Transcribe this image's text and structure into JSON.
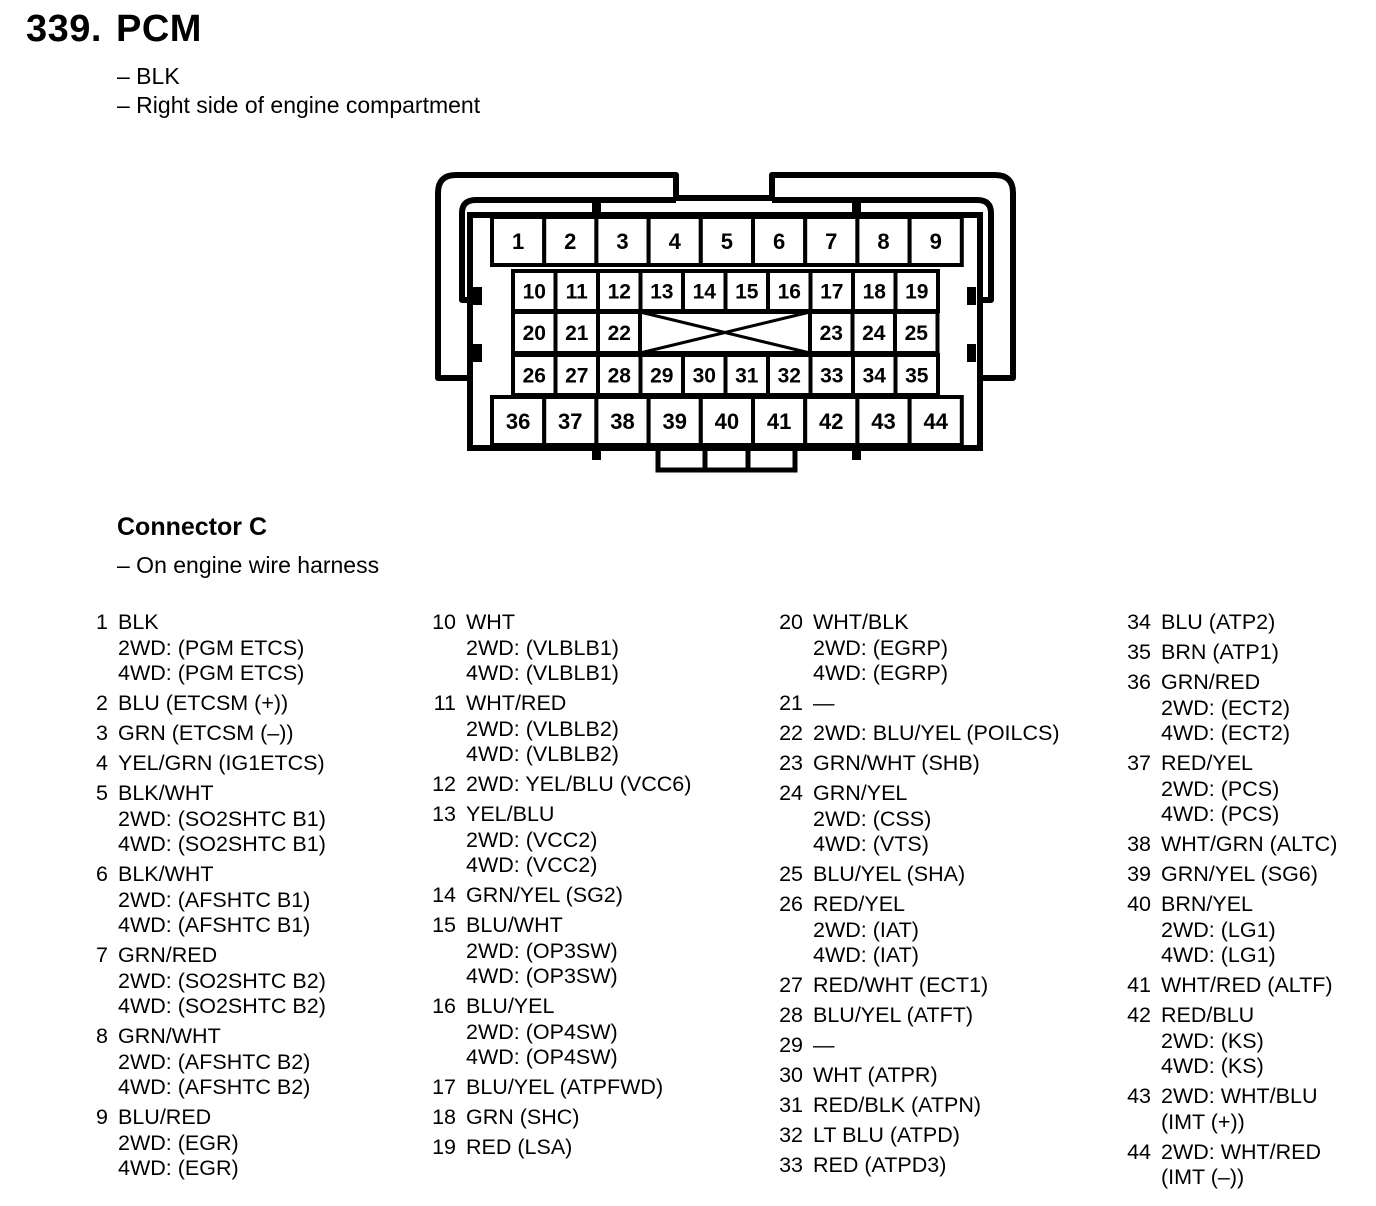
{
  "header": {
    "number": "339.",
    "name": "PCM",
    "notes": [
      "– BLK",
      "– Right side of engine compartment"
    ]
  },
  "diagram": {
    "row1": [
      "1",
      "2",
      "3",
      "4",
      "5",
      "6",
      "7",
      "8",
      "9"
    ],
    "row2": [
      "10",
      "11",
      "12",
      "13",
      "14",
      "15",
      "16",
      "17",
      "18",
      "19"
    ],
    "row3_left": [
      "20",
      "21",
      "22"
    ],
    "row3_right": [
      "23",
      "24",
      "25"
    ],
    "row4": [
      "26",
      "27",
      "28",
      "29",
      "30",
      "31",
      "32",
      "33",
      "34",
      "35"
    ],
    "row5": [
      "36",
      "37",
      "38",
      "39",
      "40",
      "41",
      "42",
      "43",
      "44"
    ]
  },
  "connector": {
    "title": "Connector C",
    "note": "– On engine wire harness"
  },
  "columns": [
    [
      {
        "pin": "1",
        "lines": [
          "BLK",
          "2WD: (PGM ETCS)",
          "4WD: (PGM ETCS)"
        ]
      },
      {
        "pin": "2",
        "lines": [
          "BLU (ETCSM (+))"
        ]
      },
      {
        "pin": "3",
        "lines": [
          "GRN (ETCSM (–))"
        ]
      },
      {
        "pin": "4",
        "lines": [
          "YEL/GRN (IG1ETCS)"
        ]
      },
      {
        "pin": "5",
        "lines": [
          "BLK/WHT",
          "2WD: (SO2SHTC B1)",
          "4WD: (SO2SHTC B1)"
        ]
      },
      {
        "pin": "6",
        "lines": [
          "BLK/WHT",
          "2WD: (AFSHTC B1)",
          "4WD: (AFSHTC B1)"
        ]
      },
      {
        "pin": "7",
        "lines": [
          "GRN/RED",
          "2WD: (SO2SHTC B2)",
          "4WD: (SO2SHTC B2)"
        ]
      },
      {
        "pin": "8",
        "lines": [
          "GRN/WHT",
          "2WD: (AFSHTC B2)",
          "4WD: (AFSHTC B2)"
        ]
      },
      {
        "pin": "9",
        "lines": [
          "BLU/RED",
          "2WD: (EGR)",
          "4WD: (EGR)"
        ]
      }
    ],
    [
      {
        "pin": "10",
        "lines": [
          "WHT",
          "2WD: (VLBLB1)",
          "4WD: (VLBLB1)"
        ]
      },
      {
        "pin": "11",
        "lines": [
          "WHT/RED",
          "2WD: (VLBLB2)",
          "4WD: (VLBLB2)"
        ]
      },
      {
        "pin": "12",
        "lines": [
          "2WD: YEL/BLU (VCC6)"
        ]
      },
      {
        "pin": "13",
        "lines": [
          "YEL/BLU",
          "2WD: (VCC2)",
          "4WD: (VCC2)"
        ]
      },
      {
        "pin": "14",
        "lines": [
          "GRN/YEL (SG2)"
        ]
      },
      {
        "pin": "15",
        "lines": [
          "BLU/WHT",
          "2WD: (OP3SW)",
          "4WD: (OP3SW)"
        ]
      },
      {
        "pin": "16",
        "lines": [
          "BLU/YEL",
          "2WD: (OP4SW)",
          "4WD: (OP4SW)"
        ]
      },
      {
        "pin": "17",
        "lines": [
          "BLU/YEL (ATPFWD)"
        ]
      },
      {
        "pin": "18",
        "lines": [
          "GRN (SHC)"
        ]
      },
      {
        "pin": "19",
        "lines": [
          "RED (LSA)"
        ]
      }
    ],
    [
      {
        "pin": "20",
        "lines": [
          "WHT/BLK",
          "2WD: (EGRP)",
          "4WD: (EGRP)"
        ]
      },
      {
        "pin": "21",
        "lines": [
          "—"
        ]
      },
      {
        "pin": "22",
        "lines": [
          "2WD: BLU/YEL (POILCS)"
        ]
      },
      {
        "pin": "23",
        "lines": [
          "GRN/WHT (SHB)"
        ]
      },
      {
        "pin": "24",
        "lines": [
          "GRN/YEL",
          "2WD: (CSS)",
          "4WD: (VTS)"
        ]
      },
      {
        "pin": "25",
        "lines": [
          "BLU/YEL (SHA)"
        ]
      },
      {
        "pin": "26",
        "lines": [
          "RED/YEL",
          "2WD: (IAT)",
          "4WD: (IAT)"
        ]
      },
      {
        "pin": "27",
        "lines": [
          "RED/WHT (ECT1)"
        ]
      },
      {
        "pin": "28",
        "lines": [
          "BLU/YEL (ATFT)"
        ]
      },
      {
        "pin": "29",
        "lines": [
          "—"
        ]
      },
      {
        "pin": "30",
        "lines": [
          "WHT (ATPR)"
        ]
      },
      {
        "pin": "31",
        "lines": [
          "RED/BLK (ATPN)"
        ]
      },
      {
        "pin": "32",
        "lines": [
          "LT BLU (ATPD)"
        ]
      },
      {
        "pin": "33",
        "lines": [
          "RED (ATPD3)"
        ]
      }
    ],
    [
      {
        "pin": "34",
        "lines": [
          "BLU (ATP2)"
        ]
      },
      {
        "pin": "35",
        "lines": [
          "BRN (ATP1)"
        ]
      },
      {
        "pin": "36",
        "lines": [
          "GRN/RED",
          "2WD: (ECT2)",
          "4WD: (ECT2)"
        ]
      },
      {
        "pin": "37",
        "lines": [
          "RED/YEL",
          "2WD: (PCS)",
          "4WD: (PCS)"
        ]
      },
      {
        "pin": "38",
        "lines": [
          "WHT/GRN (ALTC)"
        ]
      },
      {
        "pin": "39",
        "lines": [
          "GRN/YEL (SG6)"
        ]
      },
      {
        "pin": "40",
        "lines": [
          "BRN/YEL",
          "2WD: (LG1)",
          "4WD: (LG1)"
        ]
      },
      {
        "pin": "41",
        "lines": [
          "WHT/RED (ALTF)"
        ]
      },
      {
        "pin": "42",
        "lines": [
          "RED/BLU",
          "2WD: (KS)",
          "4WD: (KS)"
        ]
      },
      {
        "pin": "43",
        "lines": [
          "2WD: WHT/BLU",
          "(IMT (+))"
        ]
      },
      {
        "pin": "44",
        "lines": [
          "2WD: WHT/RED",
          "(IMT (–))"
        ]
      }
    ]
  ]
}
